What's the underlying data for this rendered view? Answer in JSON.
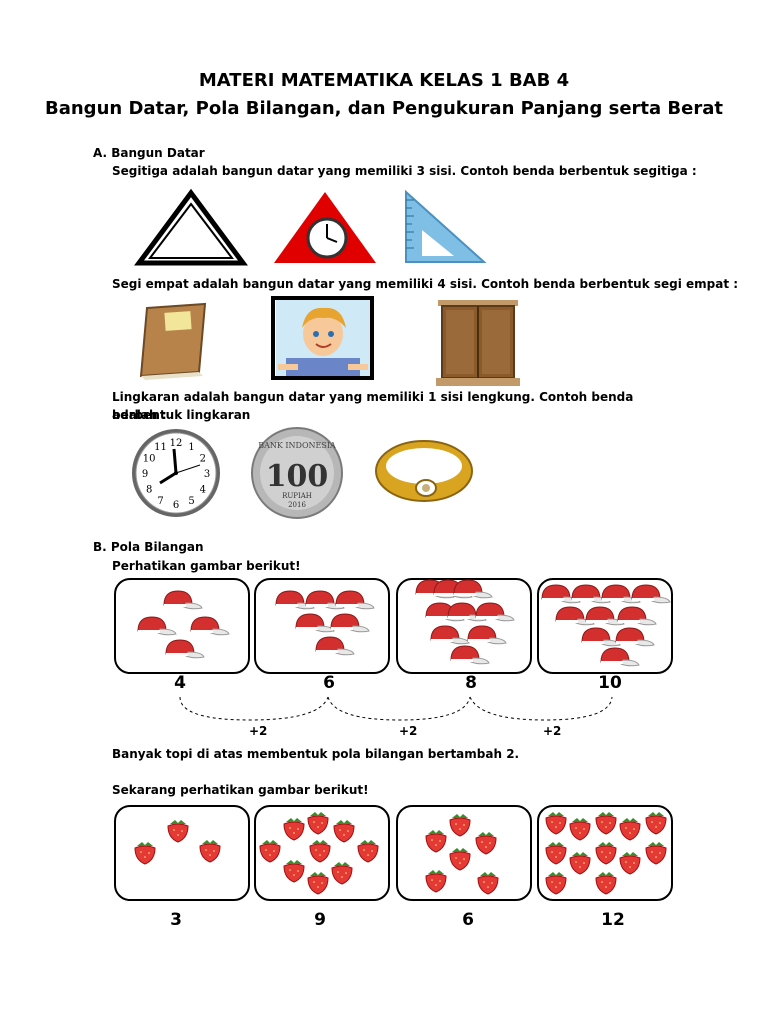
{
  "header": {
    "title": "MATERI MATEMATIKA KELAS 1 BAB 4",
    "subtitle": "Bangun Datar, Pola Bilangan, dan Pengukuran Panjang serta Berat"
  },
  "sectionA": {
    "heading": "A.  Bangun Datar",
    "triangle_text": "Segitiga adalah bangun datar yang memiliki 3 sisi. Contoh benda berbentuk segitiga :",
    "square_text": "Segi empat adalah bangun datar yang memiliki 4 sisi. Contoh benda berbentuk segi empat :",
    "circle_text_1": "Lingkaran adalah bangun datar yang memiliki 1 sisi lengkung. Contoh benda berbentuk lingkaran",
    "circle_text_2": "adalah :",
    "coin": {
      "top": "BANK INDONESIA",
      "value": "100",
      "label": "RUPIAH",
      "year": "2016"
    },
    "clock_numbers": [
      "12",
      "1",
      "2",
      "3",
      "4",
      "5",
      "6",
      "7",
      "8",
      "9",
      "10",
      "11"
    ]
  },
  "sectionB": {
    "heading": "B.  Pola Bilangan",
    "intro": "Perhatikan gambar berikut!",
    "hat_counts": [
      "4",
      "6",
      "8",
      "10"
    ],
    "increments": [
      "+2",
      "+2",
      "+2"
    ],
    "pattern_note": "Banyak topi di atas membentuk pola bilangan bertambah 2.",
    "intro2": "Sekarang perhatikan gambar berikut!",
    "strawberry_counts": [
      "3",
      "9",
      "6",
      "12"
    ]
  },
  "colors": {
    "hat": "#d32f2f",
    "strawberry": "#e53935",
    "triangle_red": "#e10000",
    "ruler": "#7fbfe6",
    "wood": "#8b5a2b"
  }
}
